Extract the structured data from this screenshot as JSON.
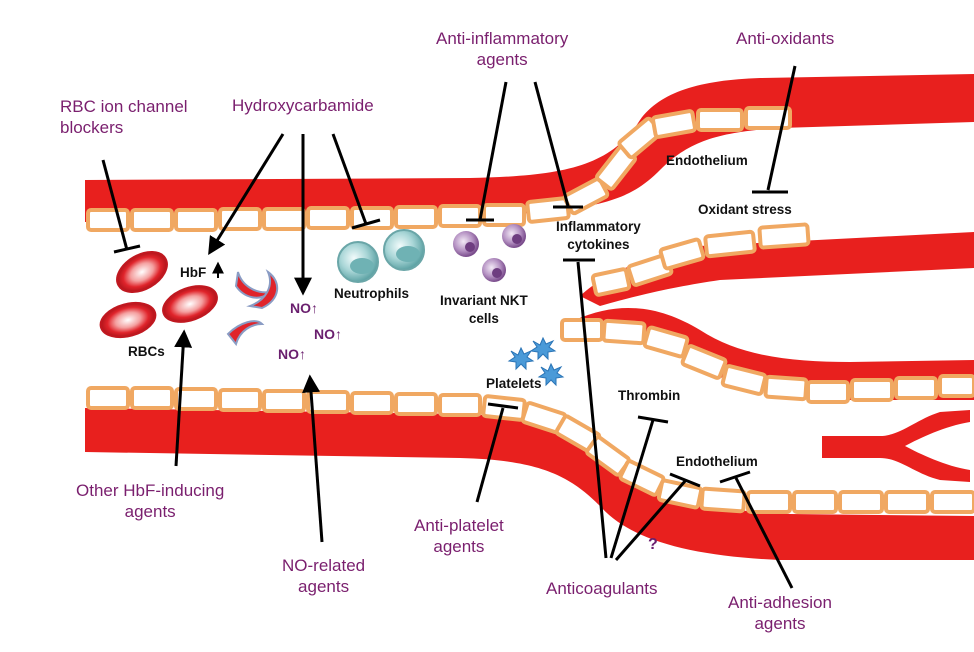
{
  "agents": {
    "rbc_ion": [
      "RBC ion channel",
      "blockers"
    ],
    "hydroxy": "Hydroxycarbamide",
    "anti_inflam": [
      "Anti-inflammatory",
      "agents"
    ],
    "anti_ox": "Anti-oxidants",
    "other_hbf": [
      "Other HbF-inducing",
      "agents"
    ],
    "no_related": [
      "NO-related",
      "agents"
    ],
    "anti_platelet": [
      "Anti-platelet",
      "agents"
    ],
    "anticoag": "Anticoagulants",
    "anti_adh": [
      "Anti-adhesion",
      "agents"
    ]
  },
  "bio": {
    "endothelium_top": "Endothelium",
    "oxidant": "Oxidant stress",
    "cytokines": [
      "Inflammatory",
      "cytokines"
    ],
    "hbf": "HbF",
    "rbcs": "RBCs",
    "neutrophils": "Neutrophils",
    "nkt": [
      "Invariant NKT",
      "cells"
    ],
    "platelets": "Platelets",
    "thrombin": "Thrombin",
    "endothelium_bottom": "Endothelium",
    "no": "NO",
    "question": "?"
  },
  "colors": {
    "vessel_red": "#e8201e",
    "endothelial_fill": "#ffffff",
    "endothelial_border": "#f0a862",
    "agent_text": "#7a1f6e",
    "rbc_red": "#e0242b",
    "neutrophil": "#8ec6c8",
    "nkt": "#9a6aa8",
    "platelet": "#4a9ad8",
    "line": "#000000"
  }
}
